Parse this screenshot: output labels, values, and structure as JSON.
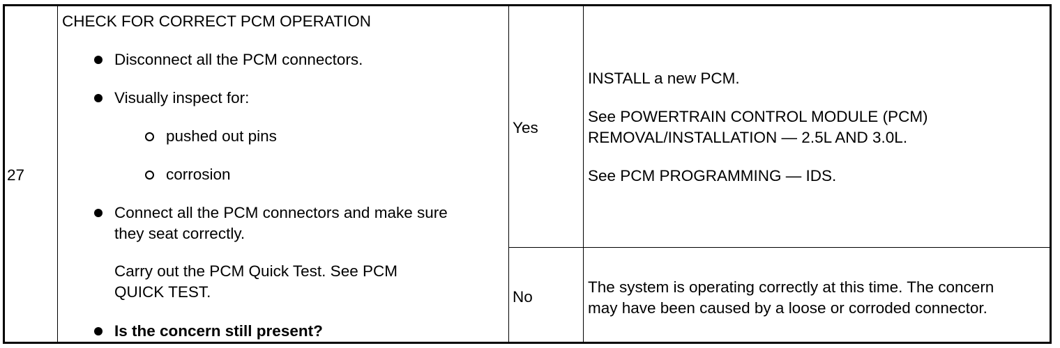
{
  "step": {
    "number": "27",
    "title": "CHECK FOR CORRECT PCM OPERATION",
    "actions": {
      "disconnect": "Disconnect all the PCM connectors.",
      "inspect": "Visually inspect for:",
      "sub_pins": "pushed out pins",
      "sub_corrosion": "corrosion",
      "connect_line1": "Connect all the PCM connectors and make sure",
      "connect_line2": "they seat correctly.",
      "quicktest_line1": "Carry out the PCM Quick Test. See PCM",
      "quicktest_line2": "QUICK TEST.",
      "question": "Is the concern still present?"
    }
  },
  "yes": {
    "label": "Yes",
    "action1": "INSTALL a new PCM.",
    "action2_line1": "See POWERTRAIN CONTROL MODULE (PCM)",
    "action2_line2": "REMOVAL/INSTALLATION — 2.5L AND 3.0L.",
    "action3": "See PCM PROGRAMMING — IDS."
  },
  "no": {
    "label": "No",
    "action_line1": "The system is operating correctly at this time. The concern",
    "action_line2": "may have been caused by a loose or corroded connector."
  }
}
